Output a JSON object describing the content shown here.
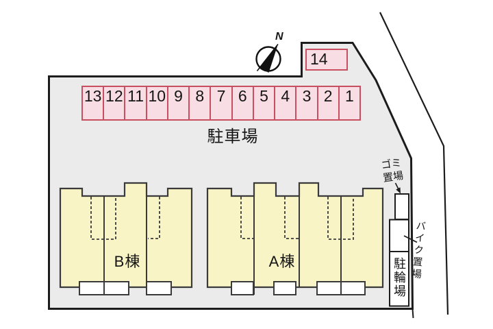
{
  "compass": {
    "north_label": "N"
  },
  "parking": {
    "area_label": "駐車場",
    "spaces": [
      "13",
      "12",
      "11",
      "10",
      "9",
      "8",
      "7",
      "6",
      "5",
      "4",
      "3",
      "2",
      "1"
    ],
    "space_14_label": "14"
  },
  "buildings": {
    "building_b_label": "B棟",
    "building_a_label": "A棟"
  },
  "facilities": {
    "garbage_label_line1": "ゴミ",
    "garbage_label_line2": "置場",
    "bike_parking_label": "バイク置場",
    "bicycle_parking_label": "駐輪場"
  },
  "colors": {
    "ground_fill": "#ebebeb",
    "parking_fill": "#f9dde4",
    "parking_border": "#c84f5f",
    "building_fill": "#f9f4c6",
    "outline": "#1c1c1c"
  }
}
